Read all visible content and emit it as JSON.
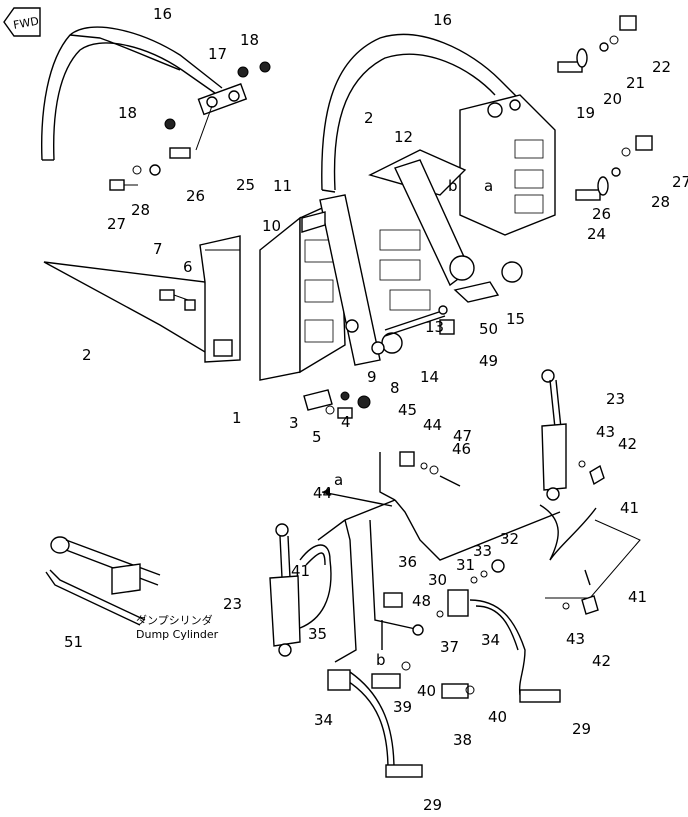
{
  "fwd_label": "FWD",
  "callouts": [
    "1",
    "2",
    "2",
    "3",
    "4",
    "5",
    "6",
    "7",
    "8",
    "9",
    "10",
    "11",
    "12",
    "13",
    "14",
    "15",
    "16",
    "16",
    "17",
    "18",
    "18",
    "19",
    "20",
    "21",
    "22",
    "23",
    "23",
    "24",
    "25",
    "26",
    "26",
    "27",
    "27",
    "28",
    "28",
    "29",
    "29",
    "30",
    "31",
    "32",
    "33",
    "34",
    "34",
    "35",
    "36",
    "37",
    "38",
    "39",
    "40",
    "40",
    "41",
    "41",
    "41",
    "42",
    "42",
    "43",
    "43",
    "44",
    "44",
    "45",
    "46",
    "47",
    "48",
    "49",
    "50",
    "51"
  ],
  "letters": [
    "a",
    "a",
    "b",
    "b"
  ],
  "dump_cylinder_jp": "ダンプシリンダ",
  "dump_cylinder_en": "Dump Cylinder"
}
